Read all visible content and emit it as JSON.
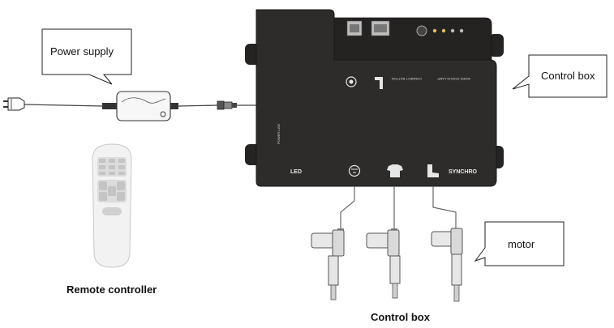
{
  "callouts": {
    "power_supply": "Power supply",
    "control_box": "Control box",
    "motor": "motor"
  },
  "captions": {
    "remote": "Remote controller",
    "control_box": "Control box"
  },
  "box_labels": {
    "led": "LED",
    "synchro": "SYNCHRO",
    "power_line": "POWER\nLINE",
    "connect_button": "CONNECT\nBUTTON",
    "work_status_lamp": "WORK STATUS\nLAMP"
  },
  "colors": {
    "box_body": "#2e2c2b",
    "box_edge": "#1a1918",
    "remote_body": "#f2f2f2",
    "remote_keys": "#c9c9c9",
    "motor_metal": "#d9d9d9"
  },
  "icons": {
    "lamp_port": "lamp-icon",
    "head_port": "head-icon",
    "torso_port": "shirt-icon",
    "foot_port": "boot-icon",
    "stand_port": "bracket-icon"
  }
}
